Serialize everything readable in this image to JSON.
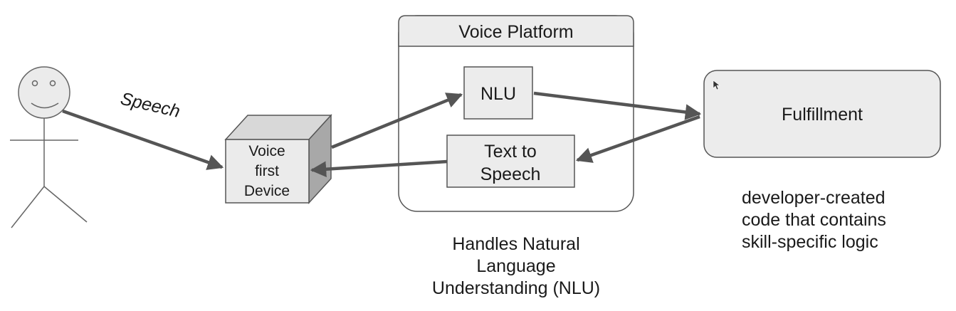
{
  "diagram": {
    "speech_label": "Speech",
    "device_label": [
      "Voice",
      "first",
      "Device"
    ],
    "platform": {
      "title": "Voice Platform",
      "nlu_label": "NLU",
      "tts_label": [
        "Text to",
        "Speech"
      ]
    },
    "fulfillment": {
      "label": "Fulfillment"
    },
    "nlu_caption": [
      "Handles Natural",
      "Language",
      "Understanding (NLU)"
    ],
    "fulfillment_caption": [
      "developer-created",
      "code that contains",
      "skill-specific logic"
    ]
  },
  "colors": {
    "stroke": "#555555",
    "arrow": "#555555",
    "box_fill": "#ececec",
    "cube_side": "#a8a8a8",
    "cube_top": "#d8d8d8",
    "face_fill": "#ebebeb"
  }
}
